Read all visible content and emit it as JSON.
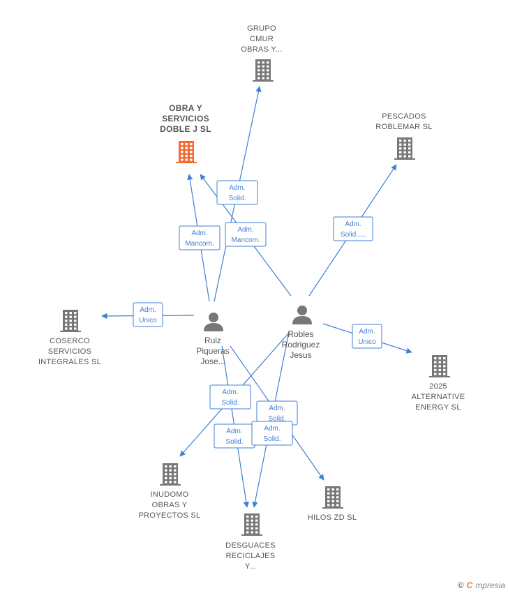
{
  "colors": {
    "edge": "#3f7fd6",
    "company_icon": "#777777",
    "company_icon_main": "#f26c32",
    "person_icon": "#777777"
  },
  "companies": [
    {
      "id": "grupo",
      "lines": [
        "GRUPO",
        "CMUR",
        "OBRAS Y..."
      ],
      "main": false
    },
    {
      "id": "obra",
      "lines": [
        "OBRA Y",
        "SERVICIOS",
        "DOBLE J  SL"
      ],
      "main": true
    },
    {
      "id": "pescados",
      "lines": [
        "PESCADOS",
        "ROBLEMAR  SL"
      ],
      "main": false
    },
    {
      "id": "coserco",
      "lines": [
        "COSERCO",
        "SERVICIOS",
        "INTEGRALES SL"
      ],
      "main": false
    },
    {
      "id": "energy",
      "lines": [
        "2025",
        "ALTERNATIVE",
        "ENERGY  SL"
      ],
      "main": false
    },
    {
      "id": "inudomo",
      "lines": [
        "INUDOMO",
        "OBRAS Y",
        "PROYECTOS SL"
      ],
      "main": false
    },
    {
      "id": "hilos",
      "lines": [
        "HILOS ZD  SL"
      ],
      "main": false
    },
    {
      "id": "desguaces",
      "lines": [
        "DESGUACES",
        "RECICLAJES",
        "Y..."
      ],
      "main": false
    }
  ],
  "persons": [
    {
      "id": "ruiz",
      "lines": [
        "Ruiz",
        "Piqueras",
        "Jose..."
      ]
    },
    {
      "id": "robles",
      "lines": [
        "Robles",
        "Rodriguez",
        "Jesus"
      ]
    }
  ],
  "edges": [
    {
      "from": "ruiz",
      "to": "grupo",
      "label": [
        "Adm.",
        "Solid."
      ]
    },
    {
      "from": "ruiz",
      "to": "obra",
      "label": [
        "Adm.",
        "Mancom."
      ]
    },
    {
      "from": "robles",
      "to": "obra",
      "label": [
        "Adm.",
        "Mancom."
      ]
    },
    {
      "from": "robles",
      "to": "pescados",
      "label": [
        "Adm.",
        "Solid.,..."
      ]
    },
    {
      "from": "ruiz",
      "to": "coserco",
      "label": [
        "Adm.",
        "Unico"
      ]
    },
    {
      "from": "robles",
      "to": "energy",
      "label": [
        "Adm.",
        "Unico"
      ]
    },
    {
      "from": "robles",
      "to": "inudomo",
      "label": [
        "Adm.",
        "Solid."
      ]
    },
    {
      "from": "ruiz",
      "to": "hilos",
      "label": [
        "Adm.",
        "Solid."
      ]
    },
    {
      "from": "ruiz",
      "to": "desguaces",
      "label": [
        "Adm.",
        "Solid."
      ]
    },
    {
      "from": "robles",
      "to": "desguaces",
      "label": [
        "Adm.",
        "Solid."
      ]
    }
  ],
  "footer": {
    "copyright": "©",
    "brand_initial": "C",
    "brand_rest": "mpresia"
  }
}
